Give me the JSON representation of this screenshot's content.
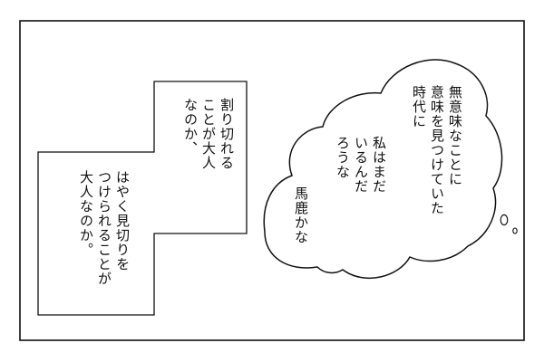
{
  "narration_box": {
    "upper_text": "割り切れる\nことが大人\nなのか、",
    "lower_text": "はやく見切りを\nつけられることが\n大人なのか。"
  },
  "thought_bubble": {
    "line1": "無意味なことに\n意味を見つけていた\n時代に",
    "line2": "私はまだ\nいるんだ\nろうな",
    "line3": "馬鹿かな"
  },
  "colors": {
    "ink": "#111111",
    "paper": "#ffffff"
  }
}
